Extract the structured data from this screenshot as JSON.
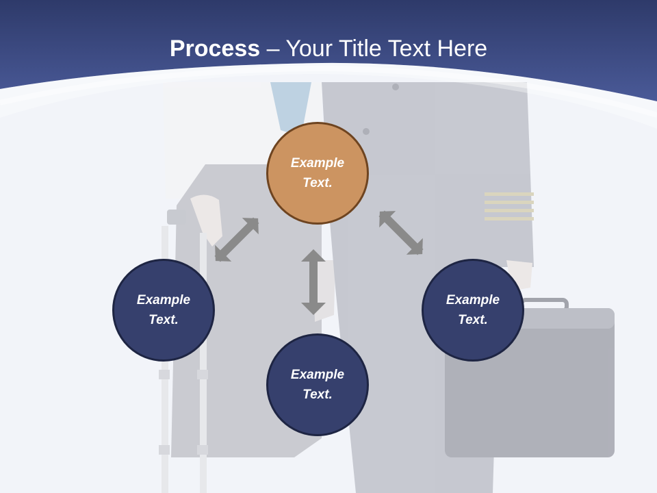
{
  "title": {
    "bold": "Process",
    "rest": " – Your Title Text Here"
  },
  "nodes": {
    "top": {
      "line1": "Example",
      "line2": "Text."
    },
    "left": {
      "line1": "Example",
      "line2": "Text."
    },
    "bottom": {
      "line1": "Example",
      "line2": "Text."
    },
    "right": {
      "line1": "Example",
      "line2": "Text."
    }
  },
  "colors": {
    "header": "#3e4d8a",
    "node_blue": "#36406d",
    "node_orange": "#cc9461",
    "arrow": "#8a8a8a"
  }
}
